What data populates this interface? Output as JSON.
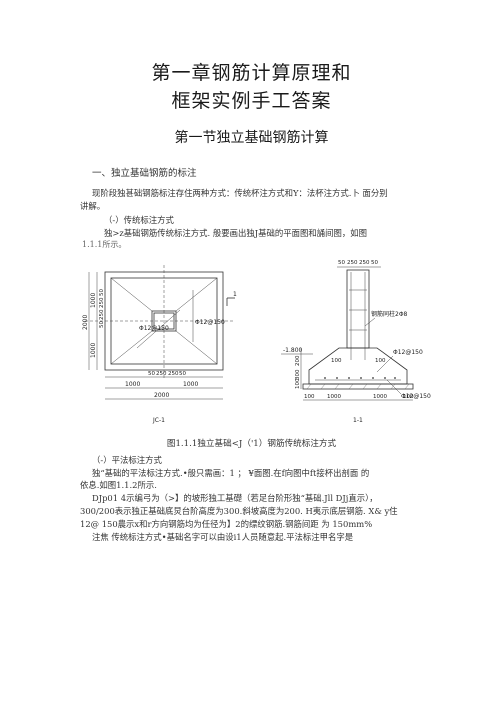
{
  "doc": {
    "title_line1": "第一章钢筋计算原理和",
    "title_line2": "框架实例手工答案",
    "section_title": "第一节独立基础钢筋计算",
    "heading1": "一、独立基础钢筋的标注",
    "para1_line1": "现阶段独甚础钢筋标注存住两种方式：传统杯注方式和Y：法杯注方式.卜 面分别",
    "para1_line2": "讲解。",
    "sub1": "（-）传统标注方式",
    "para2_line1": "独>z基础钢筋传统标注方式.    般要画出独J基础的平面图和誦间图，如图",
    "para2_line2": "1.1.1所示。",
    "caption": "图1.1.1独立基础<J（'1）钢筋传统标注方式",
    "sub2": "（-）平法标注方式",
    "para3_line1": "独“基础的平法标注方式.•般只需画：1 ；  ¥面图.在f向图中ft接杯出剖面 的",
    "para3_line2": "依息.如图1.1.2所示.",
    "para4_line1": "DJp01 4示编弓为（>】的坡形独工基礎（若足台阶形独“基础.Jll DJj直示），",
    "para4_line2": "300/200表示独正基础底炅台阶高度为300.斜坡高度为200. H夷示底层钢筋. X& y住",
    "para4_line3": "12@ 150農示x和r方向钢筋均为任径为】2的缥纹钢筋.钢筋间距  为 150mm%",
    "para5_line1": "注焦 传统标注方式•基础名字可以由设i1人员随意起.平法标注甲名字是"
  },
  "figure": {
    "plan": {
      "dim_vertical": [
        "2000",
        "1000",
        "1000"
      ],
      "dim_col": [
        "50",
        "250",
        "250",
        "50"
      ],
      "dim_bottom_top": [
        "50",
        "250",
        "250",
        "50"
      ],
      "dim_bottom": [
        "1000",
        "1000"
      ],
      "dim_total": "2000",
      "rebar_label_1": "Φ12@150",
      "rebar_label_2": "Φ12@150",
      "section_mark": "1",
      "name": "JC-1"
    },
    "section": {
      "dim_top": [
        "50",
        "250",
        "250",
        "50"
      ],
      "col_rebar": "钢筋同柱2Φ8",
      "level": "-1.800",
      "rebar_top": "Φ12@150",
      "rebar_bottom": "Φ12@150",
      "dim_left_v": [
        "100",
        "300",
        "200"
      ],
      "dim_mid": [
        "100",
        "100"
      ],
      "dim_bot": [
        "100",
        "1000",
        "1000",
        "100"
      ],
      "name": "1-1"
    }
  }
}
